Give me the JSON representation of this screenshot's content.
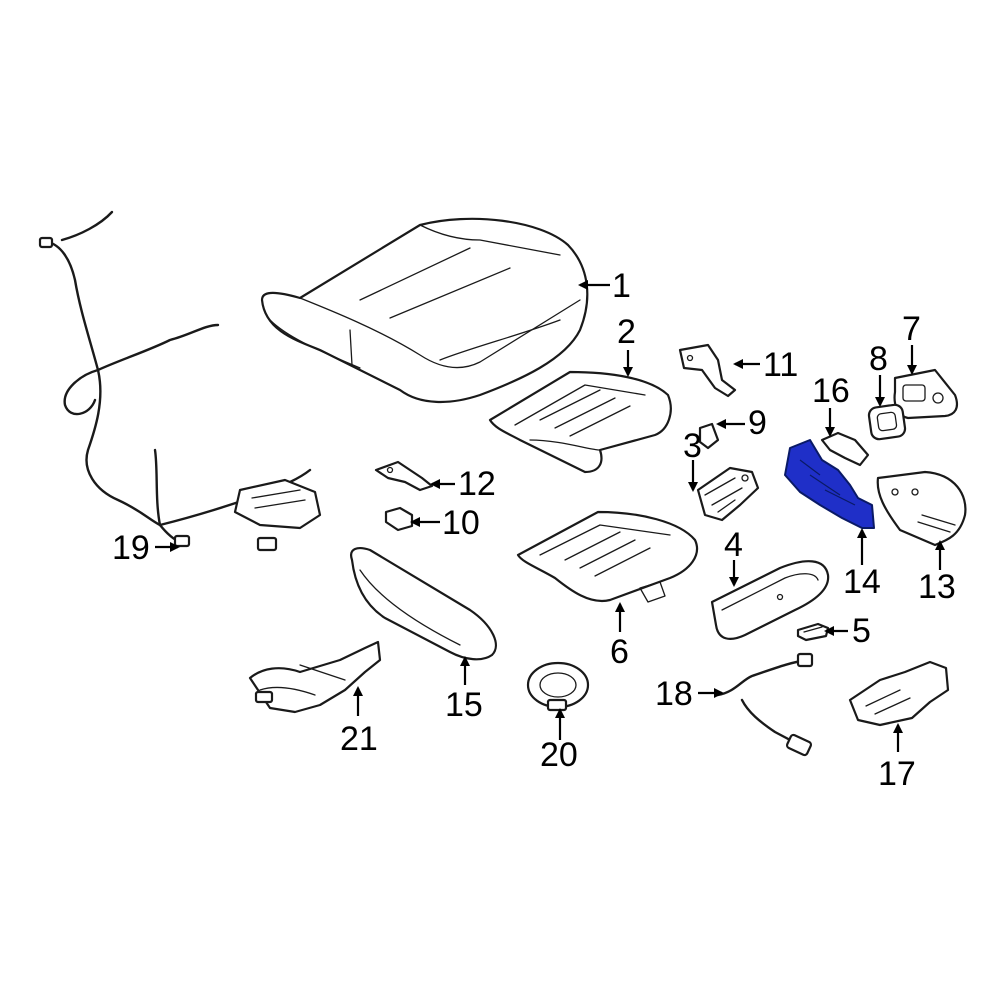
{
  "highlight_color": "#1f2fc8",
  "callouts": [
    {
      "id": "c1",
      "label": "1"
    },
    {
      "id": "c2",
      "label": "2"
    },
    {
      "id": "c3",
      "label": "3"
    },
    {
      "id": "c4",
      "label": "4"
    },
    {
      "id": "c5",
      "label": "5"
    },
    {
      "id": "c6",
      "label": "6"
    },
    {
      "id": "c7",
      "label": "7"
    },
    {
      "id": "c8",
      "label": "8"
    },
    {
      "id": "c9",
      "label": "9"
    },
    {
      "id": "c10",
      "label": "10"
    },
    {
      "id": "c11",
      "label": "11"
    },
    {
      "id": "c12",
      "label": "12"
    },
    {
      "id": "c13",
      "label": "13"
    },
    {
      "id": "c14",
      "label": "14",
      "highlighted": true
    },
    {
      "id": "c15",
      "label": "15"
    },
    {
      "id": "c16",
      "label": "16"
    },
    {
      "id": "c17",
      "label": "17"
    },
    {
      "id": "c18",
      "label": "18"
    },
    {
      "id": "c19",
      "label": "19"
    },
    {
      "id": "c20",
      "label": "20"
    },
    {
      "id": "c21",
      "label": "21"
    }
  ]
}
